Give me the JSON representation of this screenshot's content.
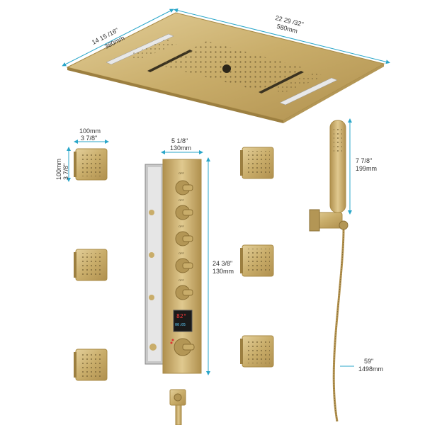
{
  "colors": {
    "gold": "#c9ad6a",
    "gold_dark": "#a88a45",
    "gold_light": "#e3cf9a",
    "dimension_line": "#2aa6c9",
    "hose": "#b59450"
  },
  "dimensions": {
    "rain_depth": {
      "imperial": "14 15 /16\"",
      "metric": "380mm"
    },
    "rain_width": {
      "imperial": "22 29 /32\"",
      "metric": "580mm"
    },
    "body_jet_width": {
      "metric": "100mm",
      "imperial": "3 7/8\""
    },
    "body_jet_height": {
      "metric": "100mm",
      "imperial": "3 7/8\""
    },
    "panel_width": {
      "imperial": "5 1/8\"",
      "metric": "130mm"
    },
    "panel_height": {
      "imperial": "24 3/8\"",
      "metric": "130mm"
    },
    "handheld_length": {
      "imperial": "7 7/8\"",
      "metric": "199mm"
    },
    "hose_length": {
      "imperial": "59\"",
      "metric": "1498mm"
    }
  },
  "control_panel": {
    "knob_labels": [
      "OFF",
      "OFF",
      "OFF",
      "OFF",
      "OFF"
    ],
    "display_temp": "82°",
    "display_time": "00:05"
  },
  "icons": {
    "rain_head": "rain-shower-head-icon",
    "body_jet": "body-spray-jet-icon",
    "panel": "thermostatic-control-panel-icon",
    "handheld": "handheld-shower-icon",
    "elbow": "water-supply-elbow-icon"
  }
}
